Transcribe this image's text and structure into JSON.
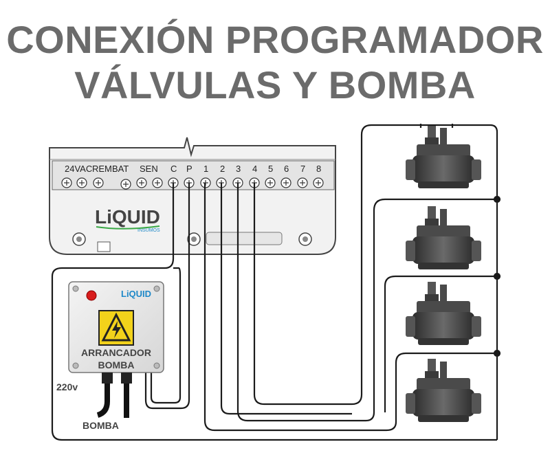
{
  "title": {
    "line1": "CONEXIÓN PROGRAMADOR",
    "line2": "VÁLVULAS Y BOMBA"
  },
  "controller": {
    "brand": "LiQUID",
    "brand_sub": "INSUMOS",
    "terminals": {
      "vac": "24VAC",
      "rem": "REM",
      "bat": "BAT",
      "sen": "SEN",
      "c": "C",
      "p": "P",
      "z1": "1",
      "z2": "2",
      "z3": "3",
      "z4": "4",
      "z5": "5",
      "z6": "6",
      "z7": "7",
      "z8": "8"
    }
  },
  "starter_box": {
    "brand": "LiQUID",
    "label_line1": "ARRANCADOR",
    "label_line2": "BOMBA"
  },
  "labels": {
    "power": "220v",
    "pump": "BOMBA"
  },
  "colors": {
    "title": "#6b6b6b",
    "wire": "#1a1a1a",
    "valve_body": "#3d3d3d",
    "brand_blue": "#1e88c8",
    "brand_green": "#39a845",
    "led_red": "#d81d1d",
    "warning_yellow": "#f2d21b"
  }
}
